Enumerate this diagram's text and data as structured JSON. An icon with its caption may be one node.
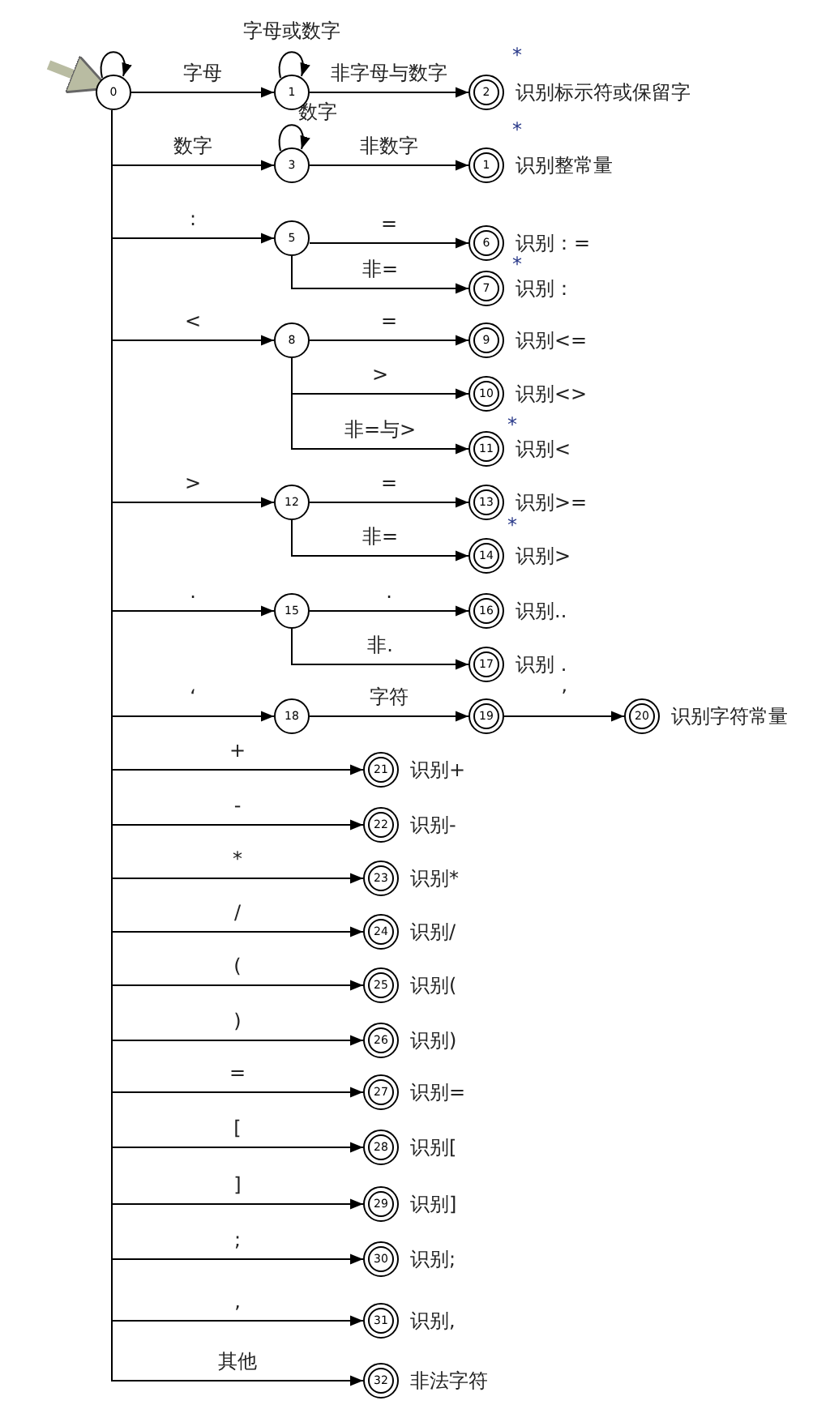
{
  "diagram": {
    "nodes": [
      {
        "text": [
          "0"
        ]
      },
      {
        "text": [
          "1"
        ]
      },
      {
        "text": [
          "2"
        ],
        "beside": [
          "识别标示符或保留字"
        ]
      },
      {
        "text": [
          "3"
        ]
      },
      {
        "text": [
          "1"
        ],
        "beside": [
          "识别整常量"
        ]
      },
      {
        "text": [
          "5"
        ]
      },
      {
        "text": [
          "6"
        ],
        "beside": [
          "识别：="
        ]
      },
      {
        "text": [
          "7"
        ],
        "beside": [
          "识别："
        ]
      },
      {
        "text": [
          "8"
        ]
      },
      {
        "text": [
          "9"
        ],
        "beside": [
          "识别<="
        ]
      },
      {
        "text": [
          "10"
        ],
        "beside": [
          "识别<>"
        ]
      },
      {
        "text": [
          "11"
        ],
        "beside": [
          "识别<"
        ]
      },
      {
        "text": [
          "12"
        ]
      },
      {
        "text": [
          "13"
        ],
        "beside": [
          "识别>="
        ]
      },
      {
        "text": [
          "14"
        ],
        "beside": [
          "识别>"
        ]
      },
      {
        "text": [
          "15"
        ]
      },
      {
        "text": [
          "16"
        ],
        "beside": [
          "识别.."
        ]
      },
      {
        "text": [
          "17"
        ],
        "beside": [
          "识别 ."
        ]
      },
      {
        "text": [
          "18"
        ]
      },
      {
        "text": [
          "19"
        ]
      },
      {
        "text": [
          "20"
        ],
        "beside": [
          "识别字符常量"
        ]
      },
      {
        "text": [
          "21"
        ],
        "beside": [
          "识别+"
        ]
      },
      {
        "text": [
          "22"
        ],
        "beside": [
          "识别-"
        ]
      },
      {
        "text": [
          "23"
        ],
        "beside": [
          "识别*"
        ]
      },
      {
        "text": [
          "24"
        ],
        "beside": [
          "识别/"
        ]
      },
      {
        "text": [
          "25"
        ],
        "beside": [
          "识别("
        ]
      },
      {
        "text": [
          "26"
        ],
        "beside": [
          "识别)"
        ]
      },
      {
        "text": [
          "27"
        ],
        "beside": [
          "识别="
        ]
      },
      {
        "text": [
          "28"
        ],
        "beside": [
          "识别["
        ]
      },
      {
        "text": [
          "29"
        ],
        "beside": [
          "识别]"
        ]
      },
      {
        "text": [
          "30"
        ],
        "beside": [
          "识别;"
        ]
      },
      {
        "text": [
          "31"
        ],
        "beside": [
          "识别,"
        ]
      },
      {
        "text": [
          "32"
        ],
        "beside": [
          "非法字符"
        ]
      }
    ],
    "edges": [
      {
        "from": null,
        "to": 0,
        "arrow": "to",
        "style": "thick",
        "color": "#b9bca2"
      },
      {
        "from": 0,
        "to": 0,
        "arrow": "to"
      },
      {
        "from": 0,
        "to": 1,
        "arrow": "to",
        "label": "字母"
      },
      {
        "from": 1,
        "to": 1,
        "arrow": "to",
        "label": "字母或数字"
      },
      {
        "from": 1,
        "to": 2,
        "arrow": "to",
        "label": "非字母与数字"
      },
      {
        "from": 0,
        "to": 3,
        "arrow": "to",
        "label": "数字"
      },
      {
        "from": 3,
        "to": 3,
        "arrow": "to",
        "label": "数字"
      },
      {
        "from": 3,
        "to": 4,
        "arrow": "to",
        "label": "非数字"
      },
      {
        "from": 0,
        "to": 5,
        "arrow": "to",
        "label": ":"
      },
      {
        "from": 5,
        "to": 6,
        "arrow": "to",
        "label": "="
      },
      {
        "from": 5,
        "to": 7,
        "arrow": "to",
        "label": "非="
      },
      {
        "from": 0,
        "to": 8,
        "arrow": "to",
        "label": "<"
      },
      {
        "from": 8,
        "to": 9,
        "arrow": "to",
        "label": "="
      },
      {
        "from": 8,
        "to": 10,
        "arrow": "to",
        "label": ">"
      },
      {
        "from": 8,
        "to": 11,
        "arrow": "to",
        "label": "非=与>"
      },
      {
        "from": 0,
        "to": 12,
        "arrow": "to",
        "label": ">"
      },
      {
        "from": 12,
        "to": 13,
        "arrow": "to",
        "label": "="
      },
      {
        "from": 12,
        "to": 14,
        "arrow": "to",
        "label": "非="
      },
      {
        "from": 0,
        "to": 15,
        "arrow": "to",
        "label": "."
      },
      {
        "from": 15,
        "to": 16,
        "arrow": "to",
        "label": "."
      },
      {
        "from": 15,
        "to": 17,
        "arrow": "to",
        "label": "非."
      },
      {
        "from": 0,
        "to": 18,
        "arrow": "to",
        "label": "‘"
      },
      {
        "from": 18,
        "to": 19,
        "arrow": "to",
        "label": "字符"
      },
      {
        "from": 19,
        "to": 20,
        "arrow": "to",
        "label": "’"
      },
      {
        "from": 0,
        "to": 21,
        "arrow": "to",
        "label": "+"
      },
      {
        "from": 0,
        "to": 22,
        "arrow": "to",
        "label": "-"
      },
      {
        "from": 0,
        "to": 23,
        "arrow": "to",
        "label": "*"
      },
      {
        "from": 0,
        "to": 24,
        "arrow": "to",
        "label": "/"
      },
      {
        "from": 0,
        "to": 25,
        "arrow": "to",
        "label": "("
      },
      {
        "from": 0,
        "to": 26,
        "arrow": "to",
        "label": ")"
      },
      {
        "from": 0,
        "to": 27,
        "arrow": "to",
        "label": "="
      },
      {
        "from": 0,
        "to": 28,
        "arrow": "to",
        "label": "["
      },
      {
        "from": 0,
        "to": 29,
        "arrow": "to",
        "label": "]"
      },
      {
        "from": 0,
        "to": 30,
        "arrow": "to",
        "label": ";"
      },
      {
        "from": 0,
        "to": 31,
        "arrow": "to",
        "label": ","
      },
      {
        "from": 0,
        "to": 32,
        "arrow": "to",
        "label": "其他"
      }
    ],
    "labels": [
      "*",
      "*",
      "*",
      "*",
      "*"
    ]
  }
}
